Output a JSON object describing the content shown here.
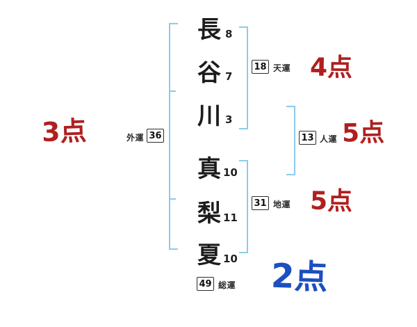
{
  "name_chart": {
    "characters": [
      {
        "char": "長",
        "strokes": "8"
      },
      {
        "char": "谷",
        "strokes": "7"
      },
      {
        "char": "川",
        "strokes": "3"
      },
      {
        "char": "真",
        "strokes": "10"
      },
      {
        "char": "梨",
        "strokes": "11"
      },
      {
        "char": "夏",
        "strokes": "10"
      }
    ],
    "fortunes": {
      "outer": {
        "label": "外運",
        "value": "36",
        "score": "3点"
      },
      "heaven": {
        "label": "天運",
        "value": "18",
        "score": "4点"
      },
      "person": {
        "label": "人運",
        "value": "13",
        "score": "5点"
      },
      "earth": {
        "label": "地運",
        "value": "31",
        "score": "5点"
      },
      "total": {
        "label": "総運",
        "value": "49",
        "score": "2点"
      }
    },
    "colors": {
      "score_red": "#b01f1f",
      "score_blue": "#1c4fc0",
      "bracket_blue": "#8dcbe9"
    }
  }
}
